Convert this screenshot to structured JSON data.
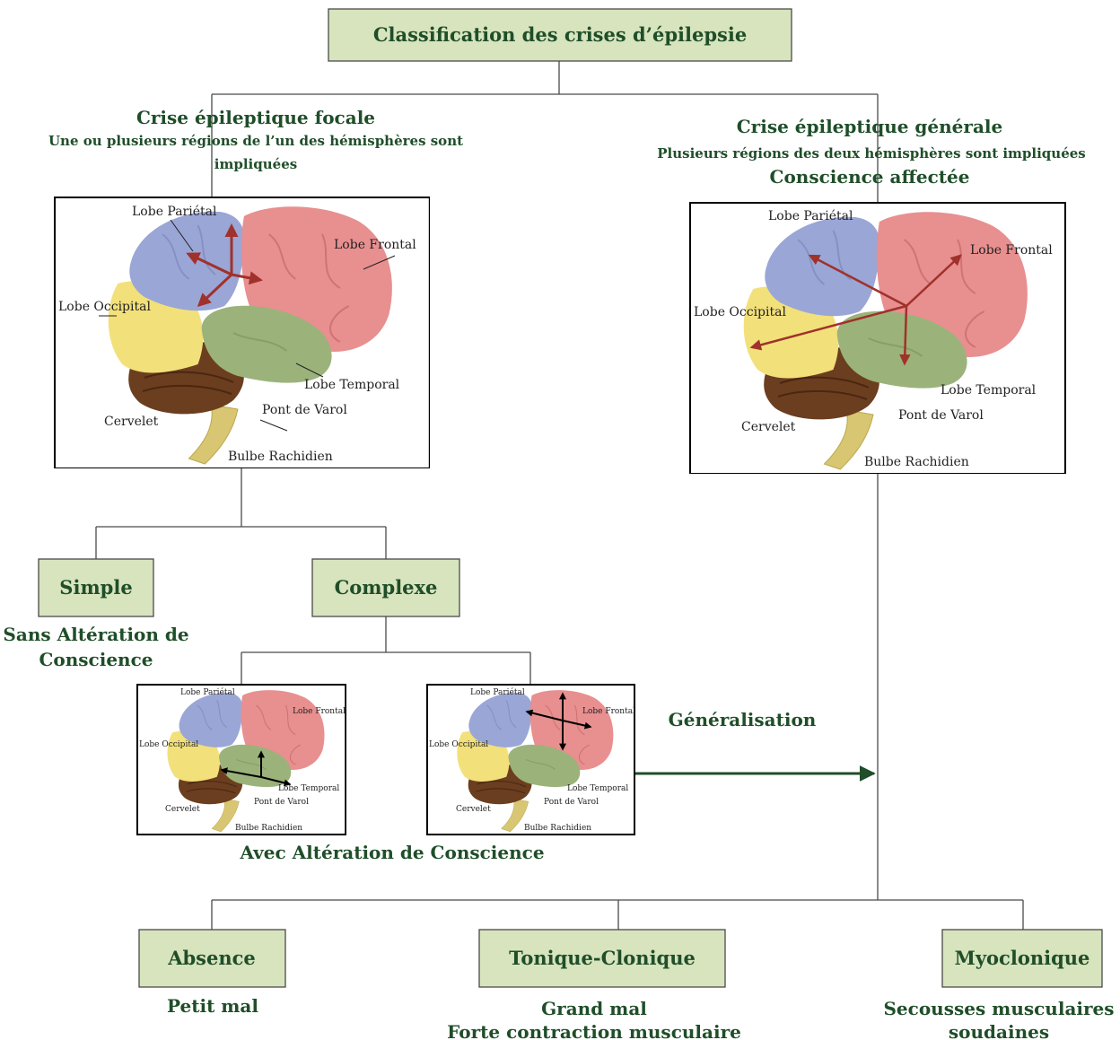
{
  "title": "Classification des crises d’épilepsie",
  "focal": {
    "title": "Crise épileptique focale",
    "desc_line1": "Une ou plusieurs régions de l’un des hémisphères sont",
    "desc_line2": "impliquées"
  },
  "general": {
    "title": "Crise épileptique générale",
    "desc": "Plusieurs régions des deux hémisphères sont impliquées",
    "conscience": "Conscience affectée"
  },
  "brain_labels": {
    "parietal": "Lobe Pariétal",
    "frontal": "Lobe Frontal",
    "occipital": "Lobe Occipital",
    "temporal": "Lobe Temporal",
    "cervelet": "Cervelet",
    "pont": "Pont de Varol",
    "bulbe": "Bulbe Rachidien"
  },
  "simple": {
    "label": "Simple",
    "note_line1": "Sans Altération de",
    "note_line2": "Conscience"
  },
  "complexe": {
    "label": "Complexe",
    "note": "Avec Altération de Conscience"
  },
  "generalisation": "Généralisation",
  "absence": {
    "label": "Absence",
    "note": "Petit mal"
  },
  "tonique": {
    "label": "Tonique-Clonique",
    "note_line1": "Grand mal",
    "note_line2": "Forte contraction musculaire"
  },
  "myoclonique": {
    "label": "Myoclonique",
    "note_line1": "Secousses musculaires",
    "note_line2": "soudaines"
  },
  "colors": {
    "parietal": "#9aa6d6",
    "frontal": "#e88f8f",
    "occipital": "#f2e07a",
    "temporal": "#9bb37a",
    "cerebellum": "#6b3e1f",
    "stem": "#d9c673",
    "red_arrow": "#a0312b",
    "black_arrow": "#000000",
    "box_fill": "#d7e4bd",
    "text_green": "#1f4e29"
  }
}
